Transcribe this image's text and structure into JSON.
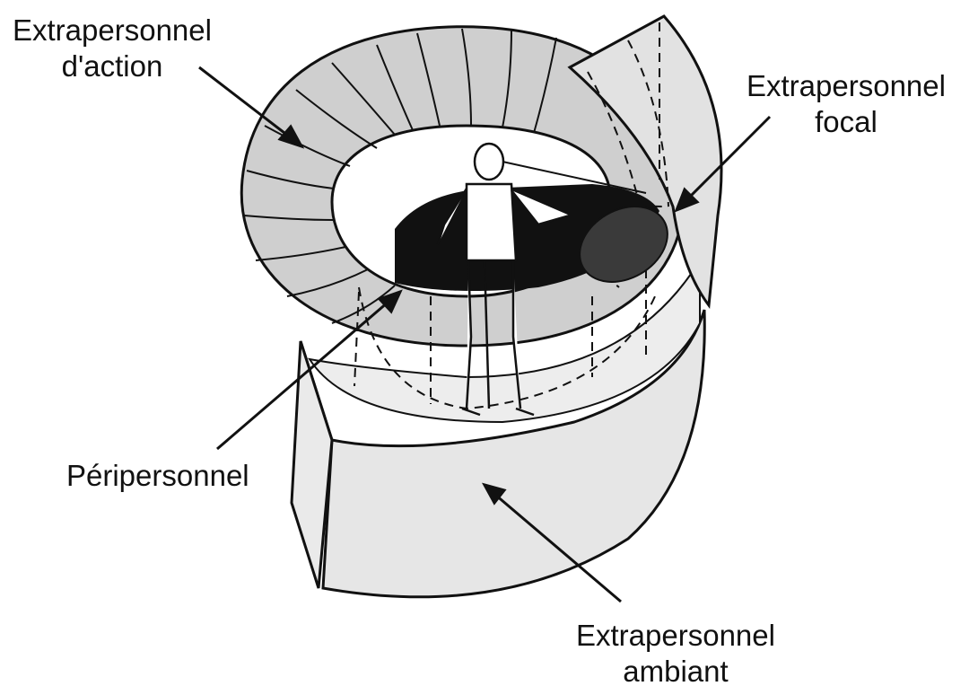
{
  "labels": {
    "extrapersonnel_action": [
      "Extrapersonnel",
      "d'action"
    ],
    "extrapersonnel_focal": [
      "Extrapersonnel",
      "focal"
    ],
    "peripersonnel": "Péripersonnel",
    "extrapersonnel_ambiant": [
      "Extrapersonnel",
      "ambiant"
    ]
  },
  "colors": {
    "outer_ring_fill": "#cfcfcf",
    "ambient_fill": "#e6e6e6",
    "stroke": "#111111",
    "focal_fill": "#3a3a3a",
    "background": "#ffffff"
  }
}
